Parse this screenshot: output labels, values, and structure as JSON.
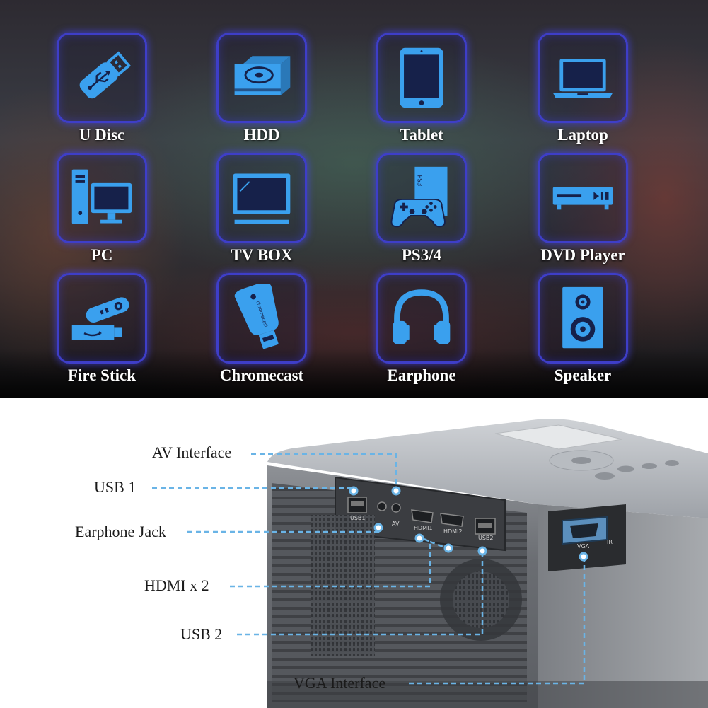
{
  "devices": [
    {
      "label": "U Disc",
      "icon": "usb-drive-icon"
    },
    {
      "label": "HDD",
      "icon": "hard-drive-icon"
    },
    {
      "label": "Tablet",
      "icon": "tablet-icon"
    },
    {
      "label": "Laptop",
      "icon": "laptop-icon"
    },
    {
      "label": "PC",
      "icon": "desktop-pc-icon"
    },
    {
      "label": "TV BOX",
      "icon": "tv-box-icon"
    },
    {
      "label": "PS3/4",
      "icon": "game-console-icon"
    },
    {
      "label": "DVD Player",
      "icon": "dvd-player-icon"
    },
    {
      "label": "Fire Stick",
      "icon": "fire-stick-icon"
    },
    {
      "label": "Chromecast",
      "icon": "chromecast-icon"
    },
    {
      "label": "Earphone",
      "icon": "headphones-icon"
    },
    {
      "label": "Speaker",
      "icon": "speaker-icon"
    }
  ],
  "icon_text": {
    "ps3": "PS3",
    "chromecast": "chromecast"
  },
  "ports": {
    "usb1": "USB1",
    "av": "AV",
    "hdmi1": "HDMI1",
    "hdmi2": "HDMI2",
    "usb2": "USB2",
    "vga": "VGA",
    "ir": "IR"
  },
  "callouts": {
    "av_interface": "AV Interface",
    "usb1": "USB 1",
    "earphone_jack": "Earphone Jack",
    "hdmi_x2": "HDMI x 2",
    "usb2": "USB 2",
    "vga_interface": "VGA Interface"
  },
  "colors": {
    "icon_blue": "#3aa0ee",
    "tile_border": "#3e3ec8",
    "callout_line": "#6ab4e6"
  }
}
